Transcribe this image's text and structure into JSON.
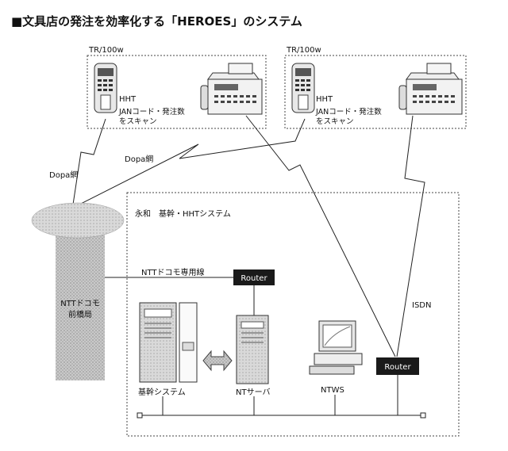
{
  "title": "■文具店の発注を効率化する「HEROES」のシステム",
  "store_left": {
    "spec": "TR/100w",
    "device": "HHT",
    "scan_line1": "JANコード・発注数",
    "scan_line2": "をスキャン"
  },
  "store_right": {
    "spec": "TR/100w",
    "device": "HHT",
    "scan_line1": "JANコード・発注数",
    "scan_line2": "をスキャン"
  },
  "links": {
    "dopa_left": "Dopa網",
    "dopa_right": "Dopa網",
    "ntt_line": "NTTドコモ専用線",
    "isdn": "ISDN"
  },
  "network": {
    "name_line1": "NTTドコモ",
    "name_line2": "前橋局"
  },
  "system": {
    "title": "永和　基幹・HHTシステム",
    "router_top": "Router",
    "router_right": "Router",
    "core_system": "基幹システム",
    "nt_server": "NTサーバ",
    "ntws": "NTWS"
  }
}
